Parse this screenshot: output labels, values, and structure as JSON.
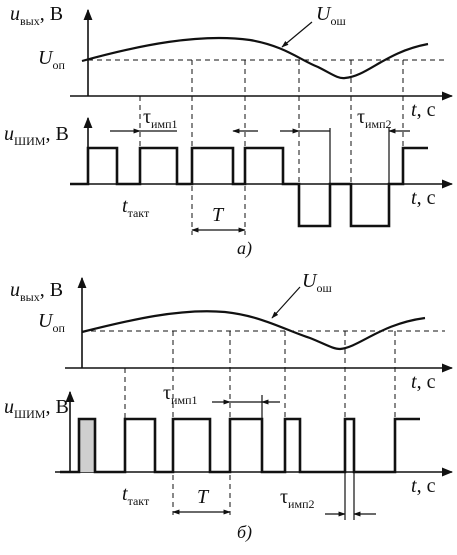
{
  "panel_a": {
    "u_out_label": "u",
    "u_out_sub": "вых",
    "u_out_unit": ", В",
    "u_err_label": "U",
    "u_err_sub": "ош",
    "u_ref_label": "U",
    "u_ref_sub": "оп",
    "t_axis_1": "t",
    "t_unit_1": ", с",
    "u_pwm_label": "u",
    "u_pwm_sub": "ШИМ",
    "u_pwm_unit": ", В",
    "tau1_label": "τ",
    "tau1_sub": "имп1",
    "tau2_label": "τ",
    "tau2_sub": "имп2",
    "t_axis_2": "t",
    "t_unit_2": ", с",
    "t_takt_label": "t",
    "t_takt_sub": "такт",
    "period_label": "T",
    "caption": "а)"
  },
  "panel_b": {
    "u_out_label": "u",
    "u_out_sub": "вых",
    "u_out_unit": ", В",
    "u_err_label": "U",
    "u_err_sub": "ош",
    "u_ref_label": "U",
    "u_ref_sub": "оп",
    "t_axis_1": "t",
    "t_unit_1": ", с",
    "u_pwm_label": "u",
    "u_pwm_sub": "ШИМ",
    "u_pwm_unit": ", В",
    "tau1_label": "τ",
    "tau1_sub": "имп1",
    "tau2_label": "τ",
    "tau2_sub": "имп2",
    "t_axis_2": "t",
    "t_unit_2": ", с",
    "t_takt_label": "t",
    "t_takt_sub": "такт",
    "period_label": "T",
    "caption": "б)"
  }
}
